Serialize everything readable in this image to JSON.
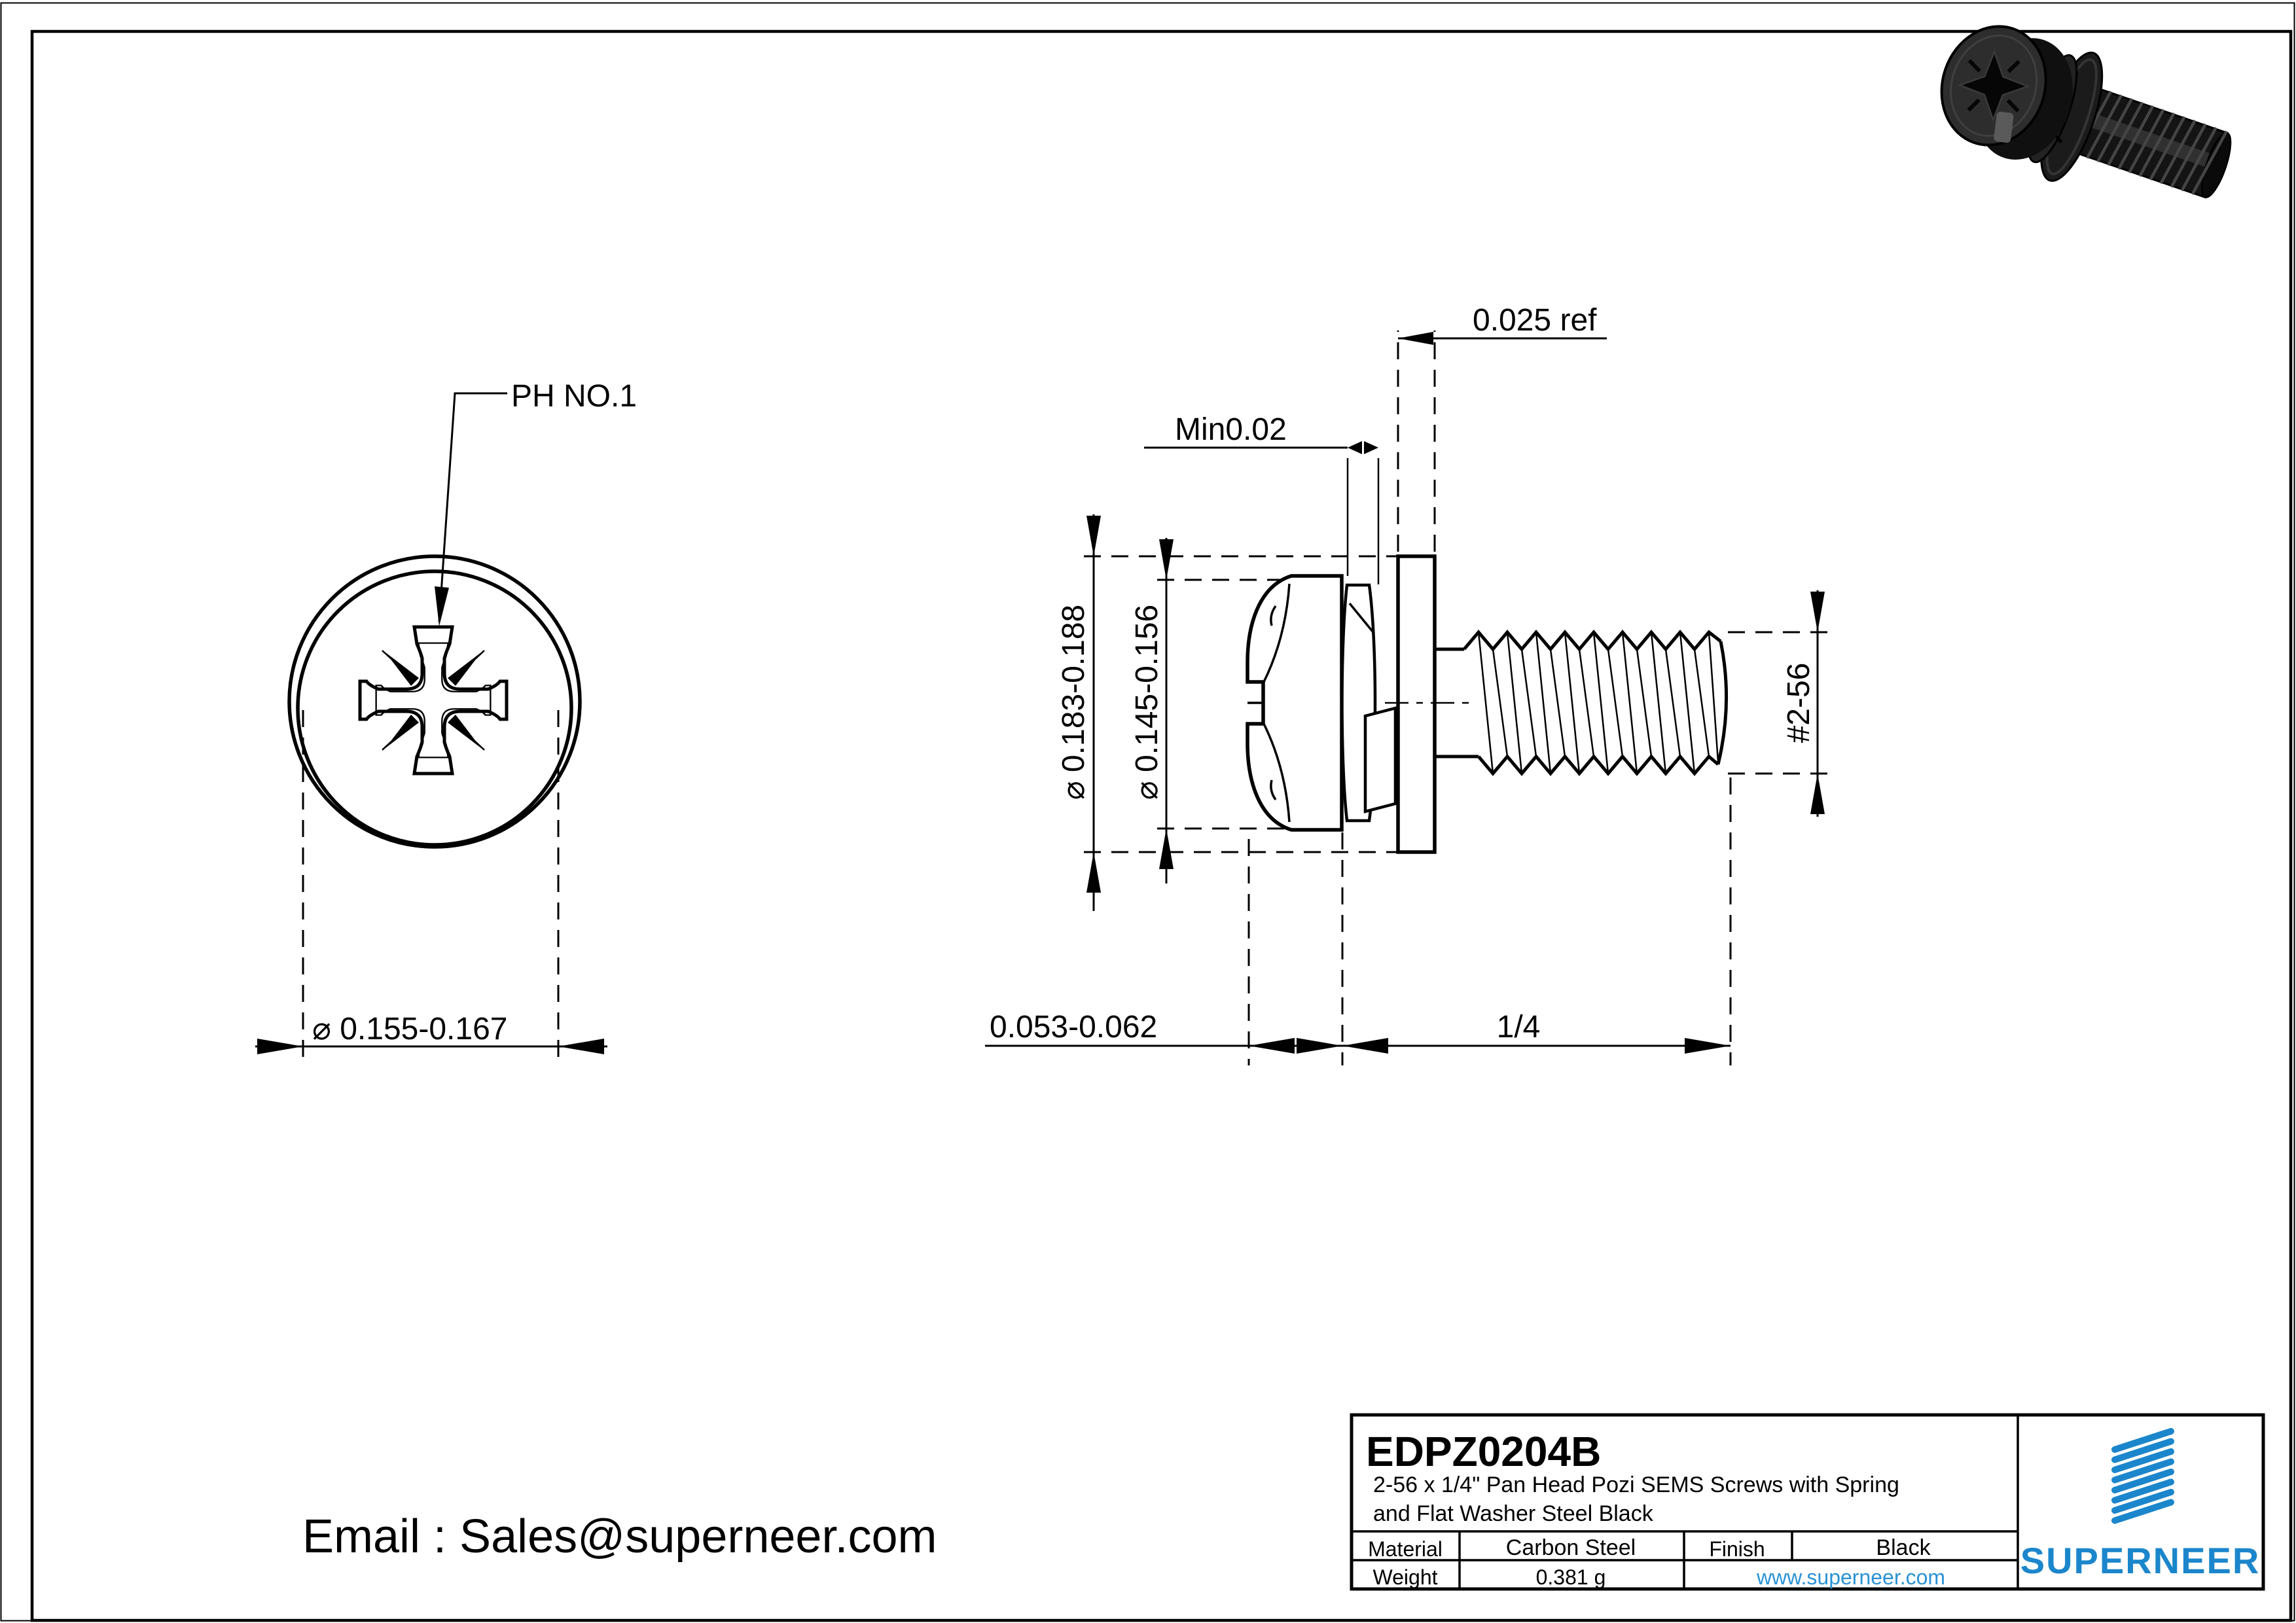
{
  "page": {
    "email": "Email : Sales@superneer.com"
  },
  "front_view": {
    "drive_label": "PH NO.1",
    "dim_head_diameter": "⌀ 0.155-0.167"
  },
  "side_view": {
    "dim_washer_offset_ref": "0.025 ref",
    "dim_min_clearance": "Min0.02",
    "dim_washer_od": "⌀ 0.183-0.188",
    "dim_head_od": "⌀ 0.145-0.156",
    "dim_thread_size": "#2-56",
    "dim_stack_thickness": "0.053-0.062",
    "dim_thread_length": "1/4"
  },
  "title_block": {
    "part_number": "EDPZ0204B",
    "description_line1": "2-56 x 1/4\" Pan Head Pozi SEMS Screws with Spring",
    "description_line2": "and Flat Washer Steel Black",
    "material_label": "Material",
    "material_value": "Carbon Steel",
    "finish_label": "Finish",
    "finish_value": "Black",
    "weight_label": "Weight",
    "weight_value": "0.381 g",
    "website": "www.superneer.com",
    "brand_name": "SUPERNEER",
    "logo_icon": "diagonal-stripes-icon",
    "brand_color": "#1b86cb",
    "link_color": "#2a93d5"
  }
}
